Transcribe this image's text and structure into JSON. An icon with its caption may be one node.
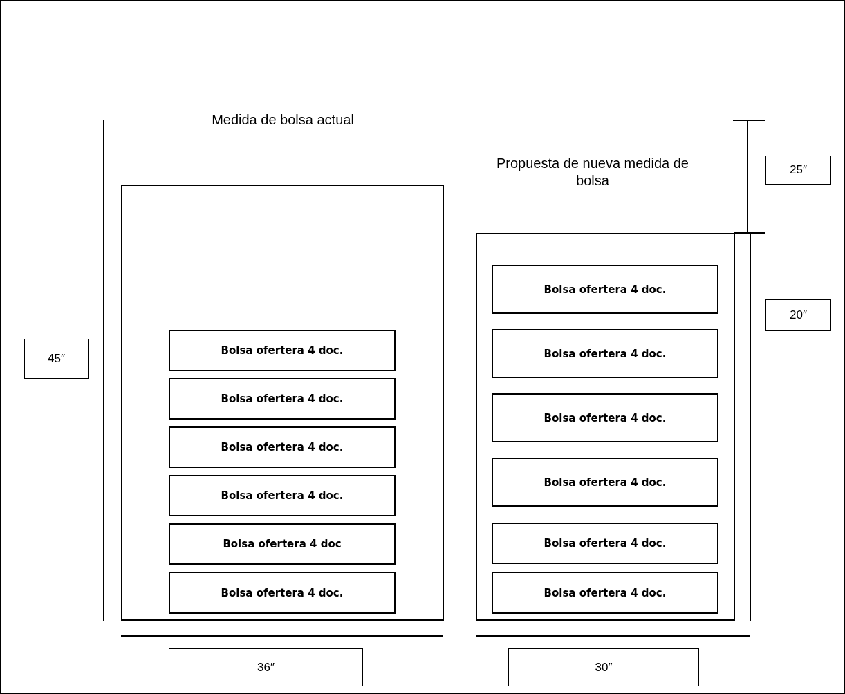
{
  "diagram": {
    "nodes": [
      {
        "text": [
          "Medida de bolsa actual"
        ]
      },
      {
        "text": [
          "Bolsa ofertera 4 doc."
        ],
        "in": 0
      },
      {
        "text": [
          "Bolsa ofertera 4 doc."
        ],
        "in": 0
      },
      {
        "text": [
          "Bolsa ofertera 4 doc."
        ],
        "in": 0
      },
      {
        "text": [
          "Bolsa ofertera 4 doc."
        ],
        "in": 0
      },
      {
        "text": [
          "Bolsa ofertera 4 doc"
        ],
        "in": 0
      },
      {
        "text": [
          "Bolsa ofertera 4 doc."
        ],
        "in": 0
      },
      {
        "text": [
          "Propuesta de nueva medida de bolsa"
        ]
      },
      {
        "text": [
          "Bolsa ofertera 4 doc."
        ],
        "in": 7
      },
      {
        "text": [
          "Bolsa ofertera 4 doc."
        ],
        "in": 7
      },
      {
        "text": [
          "Bolsa ofertera 4 doc."
        ],
        "in": 7
      },
      {
        "text": [
          "Bolsa ofertera 4 doc."
        ],
        "in": 7
      },
      {
        "text": [
          "Bolsa ofertera 4 doc."
        ],
        "in": 7
      },
      {
        "text": [
          "Bolsa ofertera 4 doc."
        ],
        "in": 7
      },
      {
        "text": [
          "25″"
        ]
      },
      {
        "text": [
          "20″"
        ]
      },
      {
        "text": [
          "45″"
        ]
      },
      {
        "text": [
          "36″"
        ]
      },
      {
        "text": [
          "30″"
        ]
      }
    ]
  }
}
